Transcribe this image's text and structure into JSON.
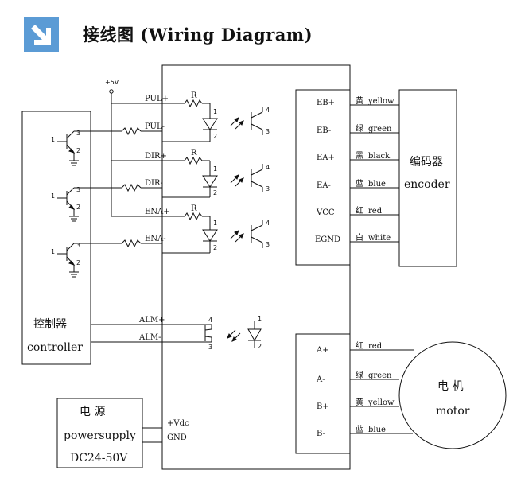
{
  "header": {
    "title": "接线图 (Wiring Diagram)",
    "icon": "down-right-arrow-icon",
    "icon_color": "#5b9bd5"
  },
  "controller": {
    "label_cn": "控制器",
    "label_en": "controller"
  },
  "supply": {
    "label_cn": "电  源",
    "label_en": "powersupply",
    "range": "DC24-50V"
  },
  "driver": {
    "vdc": "+Vdc",
    "gnd": "GND",
    "plus5v": "+5V"
  },
  "inputs": [
    {
      "plus": "PUL+",
      "minus": "PUL-"
    },
    {
      "plus": "DIR+",
      "minus": "DIR-"
    },
    {
      "plus": "ENA+",
      "minus": "ENA-"
    }
  ],
  "alarm": {
    "plus": "ALM+",
    "minus": "ALM-"
  },
  "resistor_label": "R",
  "pins": {
    "p1": "1",
    "p2": "2",
    "p3": "3",
    "p4": "4"
  },
  "encoder": {
    "label_cn": "编码器",
    "label_en": "encoder",
    "rows": [
      {
        "terminal": "EB+",
        "wire_cn": "黄",
        "wire_en": "yellow"
      },
      {
        "terminal": "EB-",
        "wire_cn": "绿",
        "wire_en": "green"
      },
      {
        "terminal": "EA+",
        "wire_cn": "黑",
        "wire_en": "black"
      },
      {
        "terminal": "EA-",
        "wire_cn": "蓝",
        "wire_en": "blue"
      },
      {
        "terminal": "VCC",
        "wire_cn": "红",
        "wire_en": "red"
      },
      {
        "terminal": "EGND",
        "wire_cn": "白",
        "wire_en": "white"
      }
    ]
  },
  "motor": {
    "label_cn": "电 机",
    "label_en": "motor",
    "rows": [
      {
        "terminal": "A+",
        "wire_cn": "红",
        "wire_en": "red"
      },
      {
        "terminal": "A-",
        "wire_cn": "绿",
        "wire_en": "green"
      },
      {
        "terminal": "B+",
        "wire_cn": "黄",
        "wire_en": "yellow"
      },
      {
        "terminal": "B-",
        "wire_cn": "蓝",
        "wire_en": "blue"
      }
    ]
  }
}
